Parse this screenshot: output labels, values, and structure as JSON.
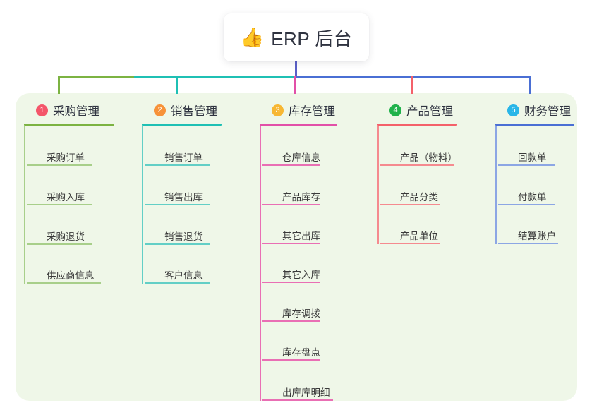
{
  "diagram": {
    "type": "org-chart-mindmap",
    "root": {
      "icon": "thumbs-up-icon",
      "emoji": "👍",
      "title": "ERP 后台"
    },
    "panel_color": "#eff7e8",
    "branches": [
      {
        "number": "1",
        "title": "采购管理",
        "badge_color": "#f4566a",
        "line_color": "#7cb342",
        "items": [
          "采购订单",
          "采购入库",
          "采购退货",
          "供应商信息"
        ]
      },
      {
        "number": "2",
        "title": "销售管理",
        "badge_color": "#f79239",
        "line_color": "#1fc0b4",
        "items": [
          "销售订单",
          "销售出库",
          "销售退货",
          "客户信息"
        ]
      },
      {
        "number": "3",
        "title": "库存管理",
        "badge_color": "#f7b733",
        "line_color": "#e250a8",
        "items": [
          "仓库信息",
          "产品库存",
          "其它出库",
          "其它入库",
          "库存调拨",
          "库存盘点",
          "出库库明细"
        ]
      },
      {
        "number": "4",
        "title": "产品管理",
        "badge_color": "#20b24b",
        "line_color": "#f4616a",
        "items": [
          "产品（物料）",
          "产品分类",
          "产品单位"
        ]
      },
      {
        "number": "5",
        "title": "财务管理",
        "badge_color": "#29b6e8",
        "line_color": "#4a6fd4",
        "items": [
          "回款单",
          "付款单",
          "结算账户"
        ]
      }
    ],
    "connectors": {
      "trunk_color": "#5a5fc7",
      "bar_segments": [
        "#7cb342",
        "#1fc0b4",
        "#4a6fd4"
      ],
      "drop_colors": [
        "#7cb342",
        "#1fc0b4",
        "#e250a8",
        "#f4616a",
        "#4a6fd4"
      ]
    }
  }
}
